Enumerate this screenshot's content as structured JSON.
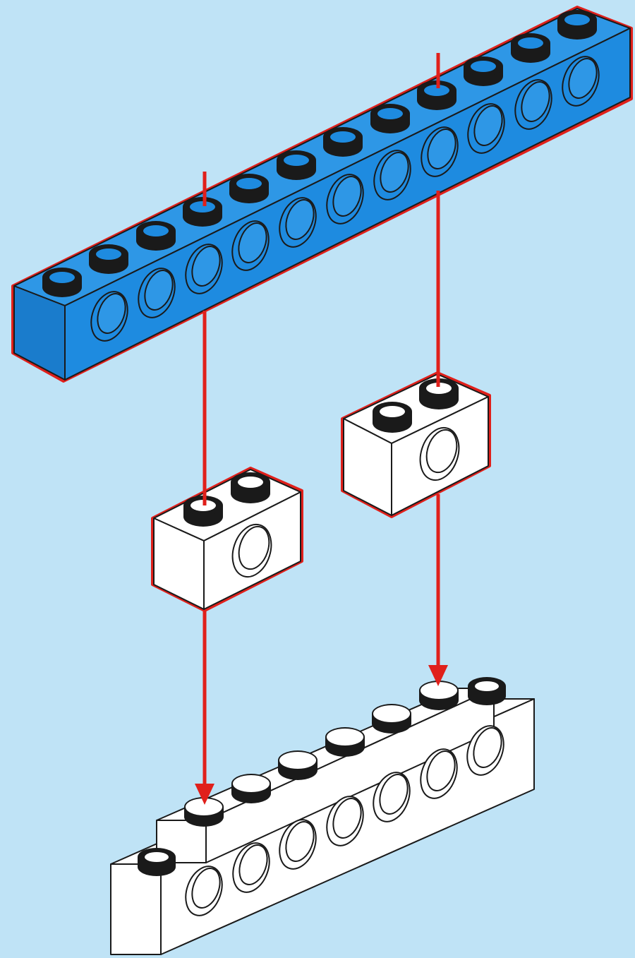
{
  "figure": {
    "type": "building-instruction-step",
    "colors": {
      "background": "#bfe3f6",
      "blue_brick": "#1e8be0",
      "blue_brick_top": "#2e97e6",
      "blue_brick_end": "#1a7ccc",
      "white_brick": "#ffffff",
      "outline": "#1a1a1a",
      "highlight_outline": "#e0201b",
      "arrow": "#e0201b",
      "stud_dark": "#1a1a1a"
    },
    "parts": [
      {
        "name": "technic-beam-1x12",
        "color": "blue",
        "studs": 12,
        "holes": 11,
        "highlighted": true
      },
      {
        "name": "technic-brick-1x2-left",
        "color": "white",
        "studs": 2,
        "holes": 1,
        "highlighted": true
      },
      {
        "name": "technic-brick-1x2-right",
        "color": "white",
        "studs": 2,
        "holes": 1,
        "highlighted": true
      },
      {
        "name": "technic-beam-1x8-base",
        "color": "white",
        "studs": 8,
        "holes": 7,
        "highlighted": false
      },
      {
        "name": "plate-1x6-on-base",
        "color": "white",
        "studs": 6,
        "highlighted": false
      }
    ],
    "arrows": [
      {
        "name": "arrow-left",
        "from": "technic-beam-1x12",
        "to": "plate-1x6-on-base"
      },
      {
        "name": "arrow-right",
        "from": "technic-beam-1x12",
        "to": "plate-1x6-on-base"
      }
    ]
  }
}
